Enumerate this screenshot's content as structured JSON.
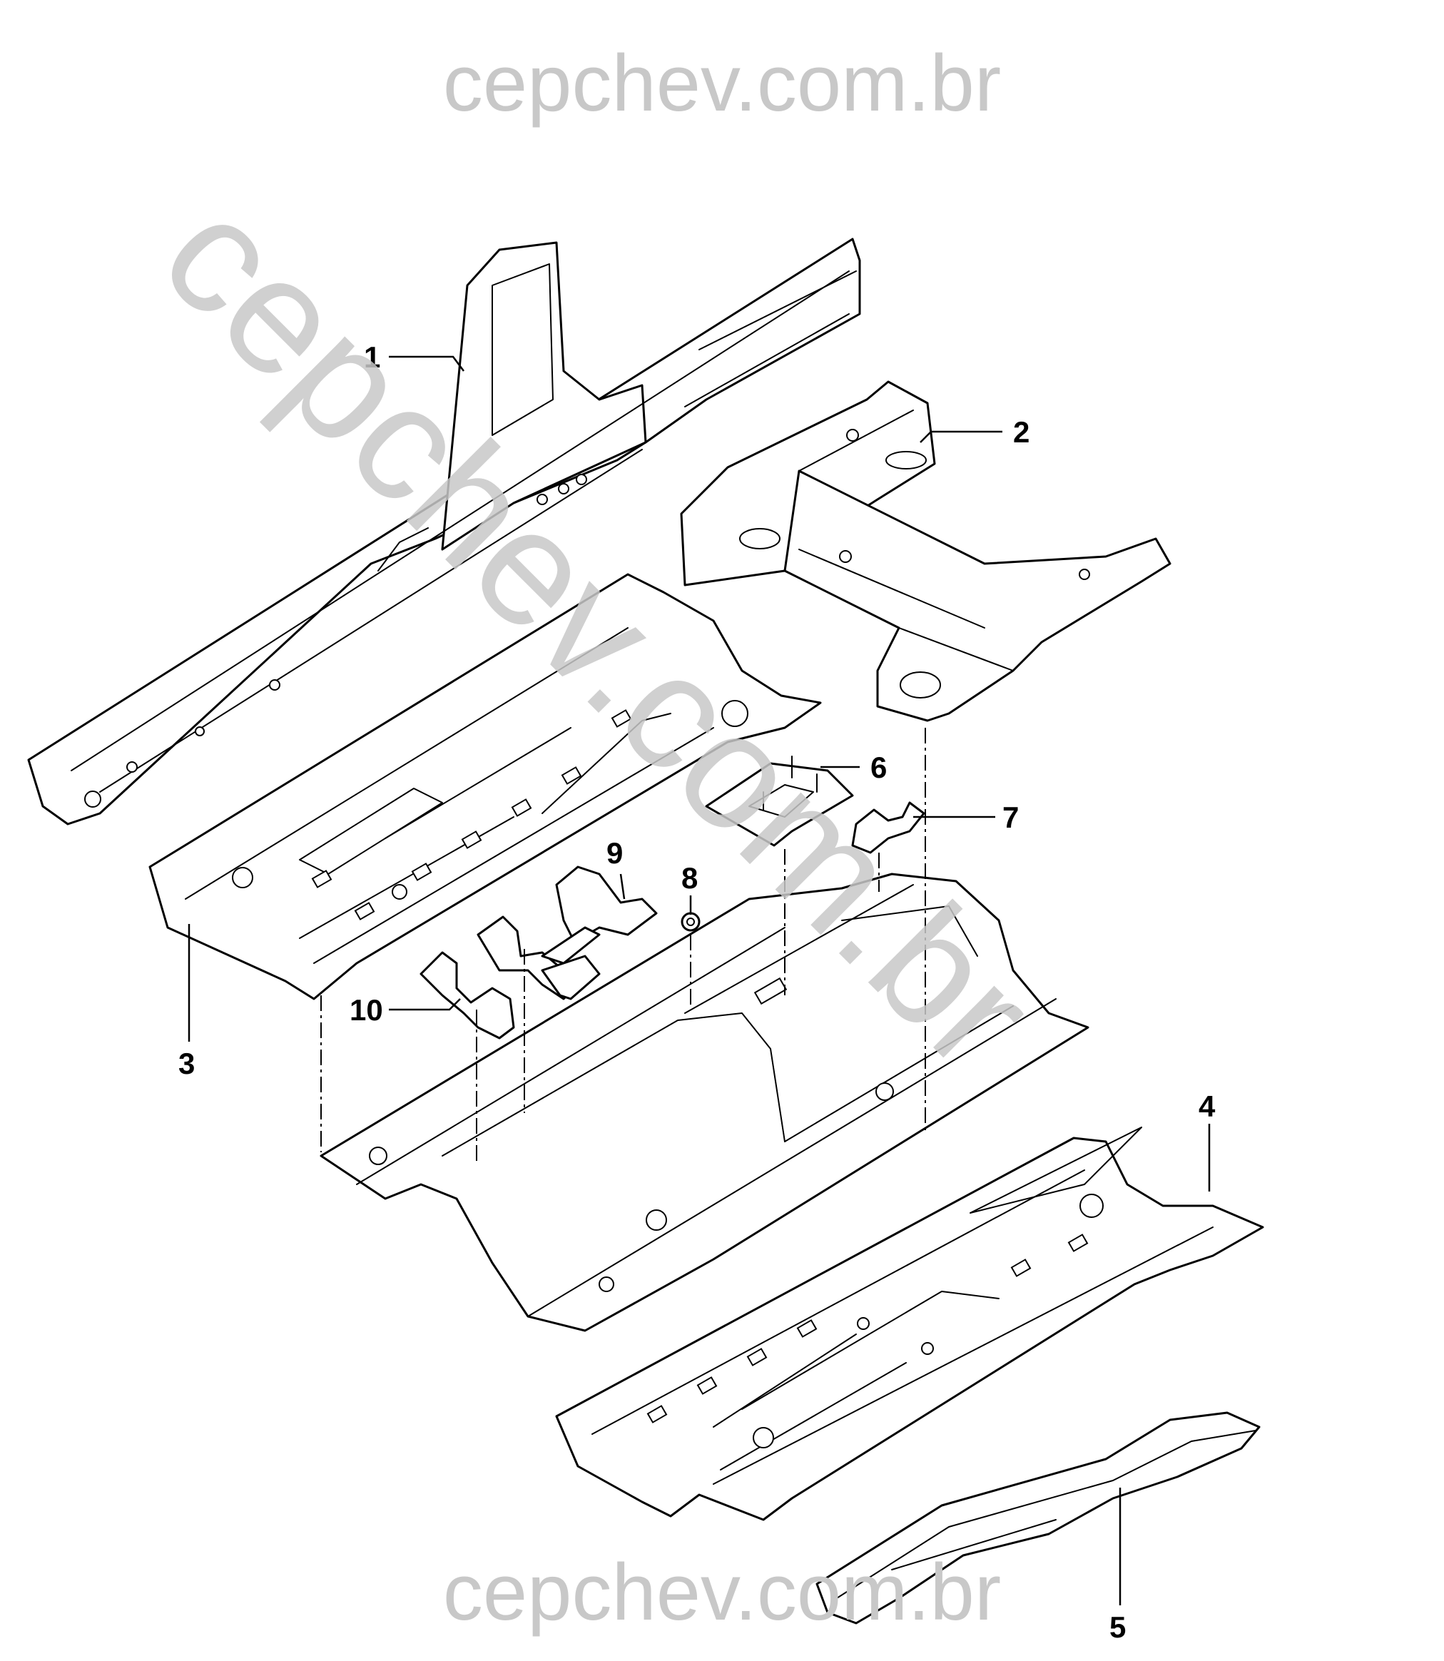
{
  "watermarks": {
    "top": "cepchev.com.br",
    "diagonal": "cepchev.com.br",
    "bottom": "cepchev.com.br"
  },
  "callouts": [
    {
      "id": "1",
      "text": "1"
    },
    {
      "id": "2",
      "text": "2"
    },
    {
      "id": "3",
      "text": "3"
    },
    {
      "id": "4",
      "text": "4"
    },
    {
      "id": "5",
      "text": "5"
    },
    {
      "id": "6",
      "text": "6"
    },
    {
      "id": "7",
      "text": "7"
    },
    {
      "id": "8",
      "text": "8"
    },
    {
      "id": "9",
      "text": "9"
    },
    {
      "id": "10",
      "text": "10"
    }
  ]
}
